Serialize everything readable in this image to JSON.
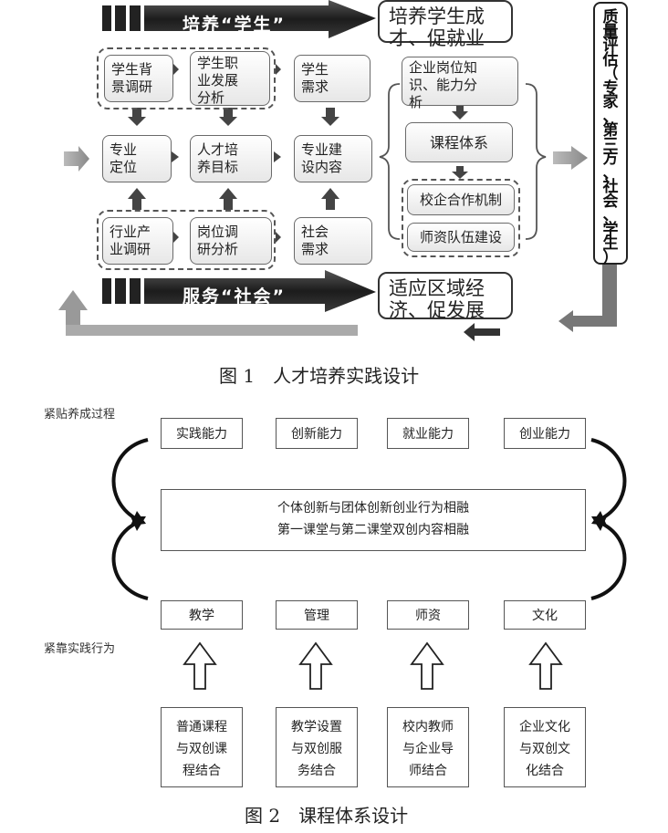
{
  "figure1": {
    "caption": "图 1　人才培养实践设计",
    "band_top": "培养“学生”",
    "band_bottom": "服务“社会”",
    "goal_top": "培养学生成\n才、促就业",
    "goal_bottom": "适应区域经\n济、促发展",
    "row1": [
      "学生背\n景调研",
      "学生职\n业发展\n分析",
      "学生\n需求"
    ],
    "row2": [
      "专业\n定位",
      "人才培\n养目标",
      "专业建\n设内容"
    ],
    "row3": [
      "行业产\n业调研",
      "岗位调\n研分析",
      "社会\n需求"
    ],
    "right_column": {
      "knowledge": "企业岗位知\n识、能力分\n析",
      "curriculum": "课程体系",
      "cooperation": "校企合作机制",
      "faculty": "师资队伍建设"
    },
    "evaluation": [
      "质",
      "量",
      "评",
      "估",
      "（",
      "专",
      "家",
      "、",
      "第",
      "三",
      "方",
      "、",
      "社",
      "会",
      "、",
      "学",
      "生",
      "）"
    ]
  },
  "figure2": {
    "caption": "图 2　课程体系设计",
    "left_label_top": "紧贴养成过程",
    "left_label_bottom": "紧靠实践行为",
    "abilities": [
      "实践能力",
      "创新能力",
      "就业能力",
      "创业能力"
    ],
    "center_lines": [
      "个体创新与团体创新创业行为相融",
      "第一课堂与第二课堂双创内容相融"
    ],
    "pillars": [
      "教学",
      "管理",
      "师资",
      "文化"
    ],
    "bases": [
      "普通课程\n与双创课\n程结合",
      "教学设置\n与双创服\n务结合",
      "校内教师\n与企业导\n师结合",
      "企业文化\n与双创文\n化结合"
    ]
  }
}
